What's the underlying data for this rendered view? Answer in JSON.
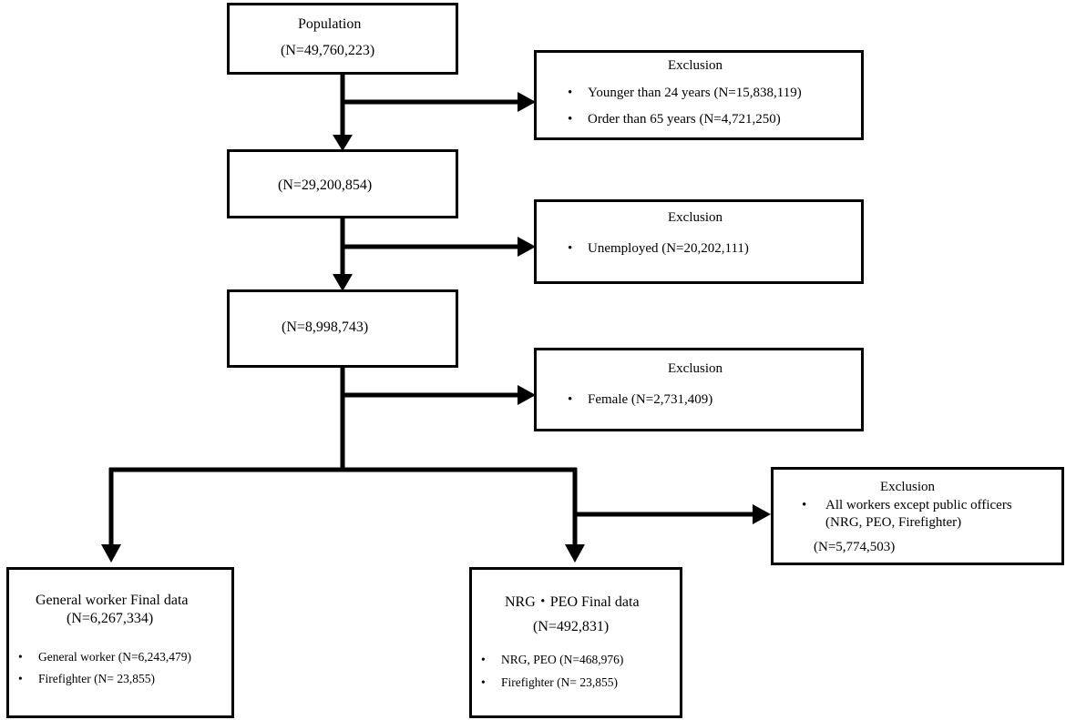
{
  "population": {
    "title": "Population",
    "count": "(N=49,760,223)"
  },
  "exclusion_1": {
    "title": "Exclusion",
    "items": [
      "Younger than 24 years (N=15,838,119)",
      "Order than 65 years  (N=4,721,250)"
    ]
  },
  "step_2": {
    "count": "(N=29,200,854)"
  },
  "exclusion_2": {
    "title": "Exclusion",
    "items": [
      "Unemployed (N=20,202,111)"
    ]
  },
  "step_3": {
    "count": "(N=8,998,743)"
  },
  "exclusion_3": {
    "title": "Exclusion",
    "items": [
      "Female (N=2,731,409)"
    ]
  },
  "exclusion_4": {
    "title": "Exclusion",
    "item_line1": "All workers except public officers",
    "item_line2": "(NRG, PEO, Firefighter)",
    "item_line3": "(N=5,774,503)"
  },
  "general_final": {
    "title": "General worker Final data",
    "count": "(N=6,267,334)",
    "items": [
      "General worker (N=6,243,479)",
      "Firefighter  (N= 23,855)"
    ]
  },
  "nrg_final": {
    "title": "NRG・PEO Final data",
    "count": "(N=492,831)",
    "items": [
      "NRG, PEO (N=468,976)",
      "Firefighter  (N= 23,855)"
    ]
  },
  "bullet": "•"
}
